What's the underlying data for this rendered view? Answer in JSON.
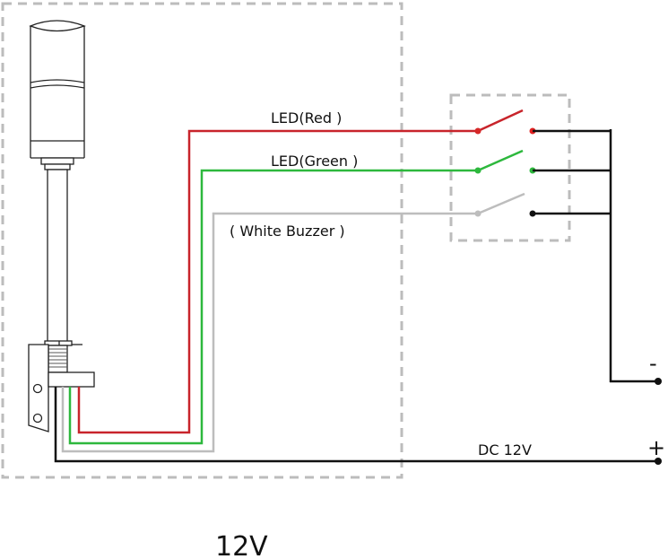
{
  "diagram": {
    "title": "12V",
    "supply_label": "DC 12V",
    "negative_symbol": "-",
    "positive_symbol": "+",
    "wires": [
      {
        "id": "red",
        "label": "LED(Red )",
        "color": "#c8242b"
      },
      {
        "id": "green",
        "label": "LED(Green )",
        "color": "#2db83d"
      },
      {
        "id": "white",
        "label": "( White Buzzer )",
        "color": "#bdbdbd"
      },
      {
        "id": "common",
        "label": "",
        "color": "#111111"
      }
    ],
    "switches": [
      {
        "id": "switch-red",
        "pivot_color": "#d62828",
        "contact_color": "#e02020"
      },
      {
        "id": "switch-green",
        "pivot_color": "#2db83d",
        "contact_color": "#2db83d"
      },
      {
        "id": "switch-buzzer",
        "pivot_color": "#bdbdbd",
        "contact_color": "#111111"
      }
    ],
    "colors": {
      "dashed_box": "#bcbcbc",
      "outline": "#222222"
    }
  }
}
